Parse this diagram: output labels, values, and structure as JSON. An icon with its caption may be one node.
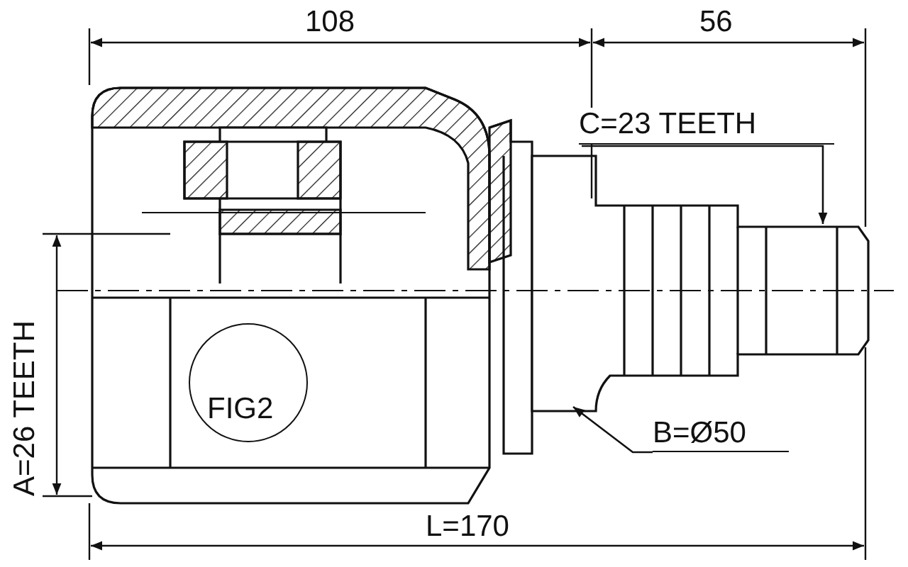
{
  "diagram": {
    "nodes": [
      {
        "text": [
          "C=23 TEETH"
        ]
      },
      {
        "text": [
          "FIG2"
        ]
      },
      {
        "text": [
          "B=Ø50"
        ]
      }
    ],
    "edges": [
      {
        "from": 0,
        "to": null,
        "arrow": "to"
      },
      {
        "from": 2,
        "to": null,
        "arrow": "to"
      }
    ],
    "labels": [
      "108",
      "56",
      "A=26 TEETH",
      "L=170"
    ]
  }
}
